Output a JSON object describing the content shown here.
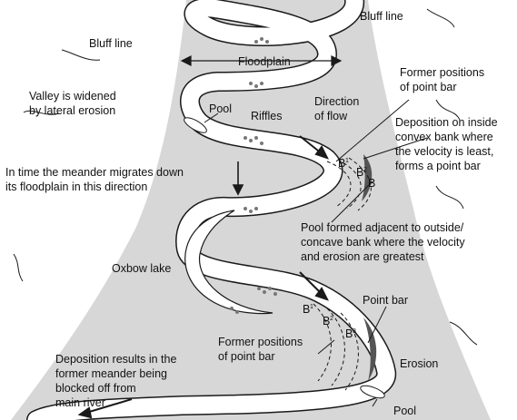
{
  "labels": {
    "bluff_line_left": "Bluff line",
    "bluff_line_right": "Bluff line",
    "floodplain": "Floodplain",
    "former_positions_top": [
      "Former positions",
      "of point bar"
    ],
    "valley_widened": [
      "Valley is widened",
      "by lateral erosion"
    ],
    "pool_top": "Pool",
    "riffles": "Riffles",
    "direction_of_flow": [
      "Direction",
      "of flow"
    ],
    "deposition_inside": [
      "Deposition on inside",
      "convex bank where",
      "the velocity is least,",
      "forms a point bar"
    ],
    "meander_migrates": [
      "In time the meander migrates down",
      "its floodplain in this direction"
    ],
    "pool_formed": [
      "Pool formed adjacent to outside/",
      "concave bank where the velocity",
      "and erosion are greatest"
    ],
    "oxbow_lake": "Oxbow lake",
    "point_bar": "Point bar",
    "former_positions_bottom": [
      "Former positions",
      "of point bar"
    ],
    "erosion": "Erosion",
    "deposition_results": [
      "Deposition results in the",
      "former meander being",
      "blocked off from",
      "main river"
    ],
    "pool_bottom": "Pool",
    "b_top": "B",
    "b_sup_1": "1",
    "b_sup_2": "2",
    "b_bottom": "B",
    "b_bottom_sup_1": "1",
    "b_bottom_sup_2": "2",
    "b_bottom_sup_3": "3"
  },
  "colors": {
    "valley_fill": "#d7d7d7",
    "river_fill": "#ffffff",
    "outline": "#1a1a1a",
    "point_bar_dark": "#555555",
    "sediment": "#777777"
  }
}
